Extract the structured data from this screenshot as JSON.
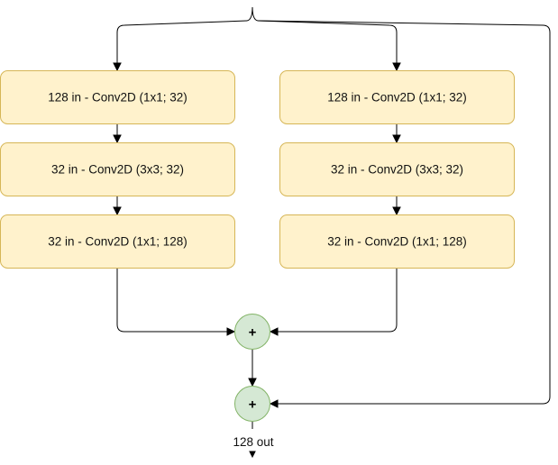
{
  "left_branch": {
    "layers": [
      "128 in - Conv2D (1x1; 32)",
      "32 in - Conv2D (3x3; 32)",
      "32 in - Conv2D (1x1; 128)"
    ]
  },
  "right_branch": {
    "layers": [
      "128 in - Conv2D (1x1; 32)",
      "32 in - Conv2D (3x3; 32)",
      "32 in - Conv2D (1x1; 128)"
    ]
  },
  "adders": {
    "merge_symbol": "+",
    "residual_symbol": "+"
  },
  "output": {
    "label": "128 out"
  },
  "colors": {
    "layer_fill": "#fff2cc",
    "layer_stroke": "#d6b656",
    "adder_fill": "#d5e8d4",
    "adder_stroke": "#82b366"
  }
}
